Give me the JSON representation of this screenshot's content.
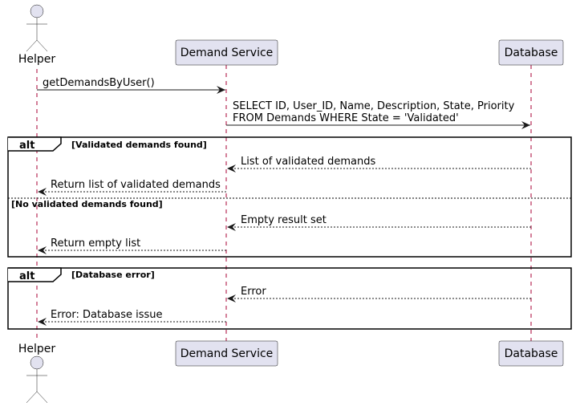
{
  "participants": {
    "helper": {
      "label": "Helper"
    },
    "demand_service": {
      "label": "Demand Service"
    },
    "database": {
      "label": "Database"
    }
  },
  "messages": [
    {
      "text": "getDemandsByUser()"
    },
    {
      "line1": "SELECT ID, User_ID, Name, Description, State, Priority",
      "line2": "FROM Demands WHERE State = 'Validated'"
    },
    {
      "text": "List of validated demands"
    },
    {
      "text": "Return list of validated demands"
    },
    {
      "text": "Empty result set"
    },
    {
      "text": "Return empty list"
    },
    {
      "text": "Error"
    },
    {
      "text": "Error: Database issue"
    }
  ],
  "fragments": [
    {
      "keyword": "alt",
      "guard": "[Validated demands found]",
      "else_guard": "[No validated demands found]"
    },
    {
      "keyword": "alt",
      "guard": "[Database error]"
    }
  ],
  "colors": {
    "participant_fill": "#e2e2f0",
    "lifeline": "#a80036",
    "border": "#181818"
  }
}
